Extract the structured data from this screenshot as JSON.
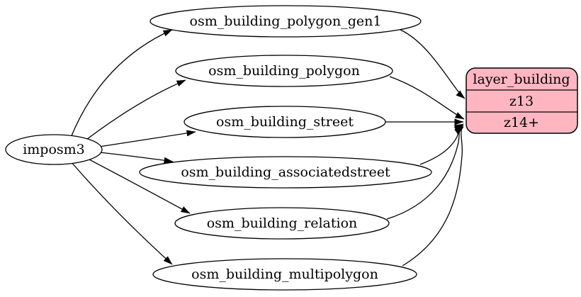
{
  "diagram": {
    "type": "graphviz-digraph",
    "background_color": "#ffffff",
    "edge_color": "#000000",
    "node_border_color": "#000000",
    "nodes": {
      "imposm3": {
        "label": "imposm3",
        "shape": "ellipse"
      },
      "osm_building_polygon_gen1": {
        "label": "osm_building_polygon_gen1",
        "shape": "ellipse"
      },
      "osm_building_polygon": {
        "label": "osm_building_polygon",
        "shape": "ellipse"
      },
      "osm_building_street": {
        "label": "osm_building_street",
        "shape": "ellipse"
      },
      "osm_building_associatedstreet": {
        "label": "osm_building_associatedstreet",
        "shape": "ellipse"
      },
      "osm_building_relation": {
        "label": "osm_building_relation",
        "shape": "ellipse"
      },
      "osm_building_multipolygon": {
        "label": "osm_building_multipolygon",
        "shape": "ellipse"
      },
      "layer_building": {
        "title": "layer_building",
        "rows": [
          "z13",
          "z14+"
        ],
        "fill_color": "#ffb6c1",
        "shape": "rounded-record"
      }
    },
    "edges": [
      {
        "from": "imposm3",
        "to": "osm_building_polygon_gen1"
      },
      {
        "from": "imposm3",
        "to": "osm_building_polygon"
      },
      {
        "from": "imposm3",
        "to": "osm_building_street"
      },
      {
        "from": "imposm3",
        "to": "osm_building_associatedstreet"
      },
      {
        "from": "imposm3",
        "to": "osm_building_relation"
      },
      {
        "from": "imposm3",
        "to": "osm_building_multipolygon"
      },
      {
        "from": "osm_building_polygon_gen1",
        "to": "layer_building",
        "to_row": "z13"
      },
      {
        "from": "osm_building_polygon",
        "to": "layer_building",
        "to_row": "z14+"
      },
      {
        "from": "osm_building_street",
        "to": "layer_building",
        "to_row": "z14+"
      },
      {
        "from": "osm_building_associatedstreet",
        "to": "layer_building",
        "to_row": "z14+"
      },
      {
        "from": "osm_building_relation",
        "to": "layer_building",
        "to_row": "z14+"
      },
      {
        "from": "osm_building_multipolygon",
        "to": "layer_building",
        "to_row": "z14+"
      }
    ]
  }
}
